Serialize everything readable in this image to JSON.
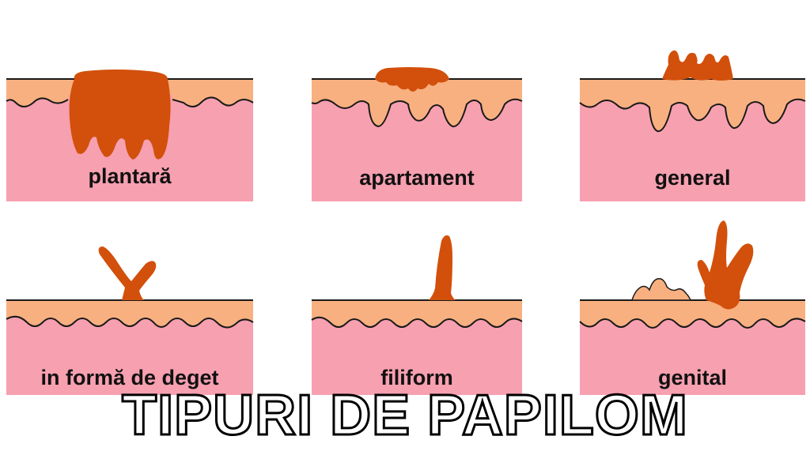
{
  "title": "TIPURI DE PAPILOM",
  "colors": {
    "skin_pink": "#f7a0b0",
    "skin_pink_dark": "#e88d9f",
    "epidermis_orange": "#f8b080",
    "outline": "#1a1a1a",
    "papilloma": "#d2500c",
    "background": "#ffffff"
  },
  "panels": [
    {
      "id": "plantara",
      "label": "plantară"
    },
    {
      "id": "apartament",
      "label": "apartament"
    },
    {
      "id": "general",
      "label": "general"
    },
    {
      "id": "deget",
      "label": "in formă de deget"
    },
    {
      "id": "filiform",
      "label": "filiform"
    },
    {
      "id": "genital",
      "label": "genital"
    }
  ]
}
